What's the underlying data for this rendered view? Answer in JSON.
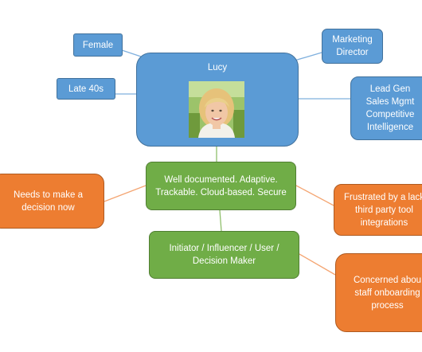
{
  "center": {
    "name": "Lucy",
    "photo_icon": "portrait-photo"
  },
  "attributes": {
    "gender": "Female",
    "age": "Late 40s",
    "role": "Marketing\nDirector",
    "responsibilities": "Lead Gen\nSales Mgmt\nCompetitive\nIntelligence"
  },
  "requirements": "Well documented. Adaptive.\nTrackable. Cloud-based. Secure",
  "buying_role": "Initiator / Influencer / User /\nDecision Maker",
  "pain_points": {
    "decision": "Needs to make a\ndecision now",
    "integrations": "Frustrated by a lack\nthird party tool\nintegrations",
    "onboarding": "Concerned abou\nstaff onboarding\nprocess"
  },
  "colors": {
    "blue": "#5b9bd5",
    "green": "#70ad47",
    "orange": "#ed7d31",
    "blue_link": "#7fb0de",
    "green_link": "#8fbf6b",
    "orange_link": "#f4a572"
  }
}
